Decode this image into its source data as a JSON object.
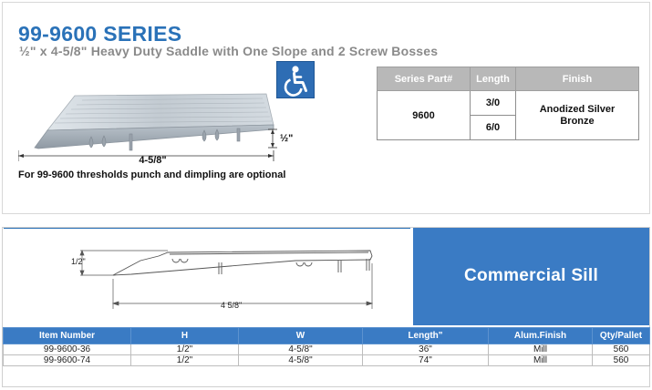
{
  "header": {
    "title": "99-9600 SERIES",
    "subtitle": "½\" x 4-5/8\" Heavy Duty Saddle with One Slope and 2 Screw Bosses"
  },
  "badge": {
    "icon": "wheelchair-accessibility-icon",
    "color": "#2e6db4"
  },
  "top_drawing": {
    "width_label": "4-5/8\"",
    "height_label": "½\""
  },
  "note": "For 99-9600 thresholds punch and dimpling are optional",
  "series_table": {
    "headers": [
      "Series Part#",
      "Length",
      "Finish"
    ],
    "part": "9600",
    "lengths": [
      "3/0",
      "6/0"
    ],
    "finish": "Anodized Silver Bronze"
  },
  "bottom_drawing": {
    "height_label": "1/2\"",
    "width_label": "4 5/8\""
  },
  "category_label": "Commercial Sill",
  "colors": {
    "accent": "#3a7bc4",
    "title": "#2a72b8",
    "subtitle": "#8a8a8a"
  },
  "item_table": {
    "headers": [
      "Item Number",
      "H",
      "W",
      "Length\"",
      "Alum.Finish",
      "Qty/Pallet"
    ],
    "rows": [
      [
        "99-9600-36",
        "1/2\"",
        "4-5/8\"",
        "36\"",
        "Mill",
        "560"
      ],
      [
        "99-9600-74",
        "1/2\"",
        "4-5/8\"",
        "74\"",
        "Mill",
        "560"
      ]
    ]
  }
}
